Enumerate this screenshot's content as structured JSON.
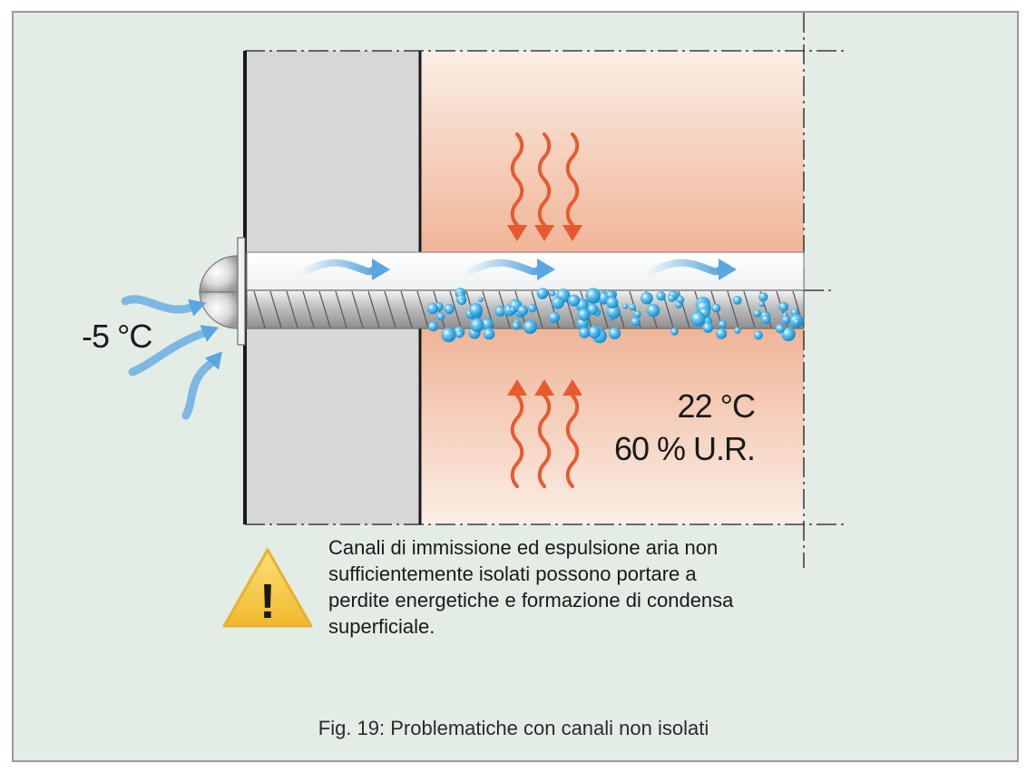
{
  "outside": {
    "temperature": "-5 °C"
  },
  "inside": {
    "temperature": "22 °C",
    "humidity": "60 % U.R."
  },
  "warning": {
    "lines": [
      "Canali di immissione ed espulsione aria non",
      "sufficientemente isolati possono portare a",
      "perdite energetiche e formazione di condensa",
      "superficiale."
    ],
    "symbol": "!"
  },
  "caption": "Fig. 19: Problematiche con canali non isolati",
  "colors": {
    "background": "#e3ede6",
    "frame": "#9a9a9a",
    "wall": "#d7d7d7",
    "room_warm": "#f0b597",
    "heat_arrow": "#e85a2e",
    "cold_arrow": "#5aa6e0",
    "droplet": "#1e9ad8",
    "warning_fill": "#f5c842"
  },
  "icons": [
    "heat-wave-icon",
    "cold-air-icon",
    "condensation-droplet-icon",
    "warning-triangle-icon"
  ]
}
